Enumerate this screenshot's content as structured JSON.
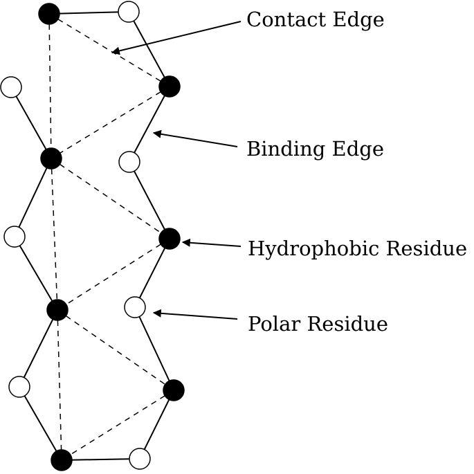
{
  "labels": {
    "contact_edge": "Contact Edge",
    "binding_edge": "Binding Edge",
    "hydrophobic_residue": "Hydrophobic Residue",
    "polar_residue": "Polar Residue"
  },
  "residue_sequence": [
    "H",
    "P",
    "H",
    "P",
    "H",
    "P",
    "H",
    "P",
    "H",
    "P",
    "H",
    "P",
    "H",
    "P"
  ]
}
